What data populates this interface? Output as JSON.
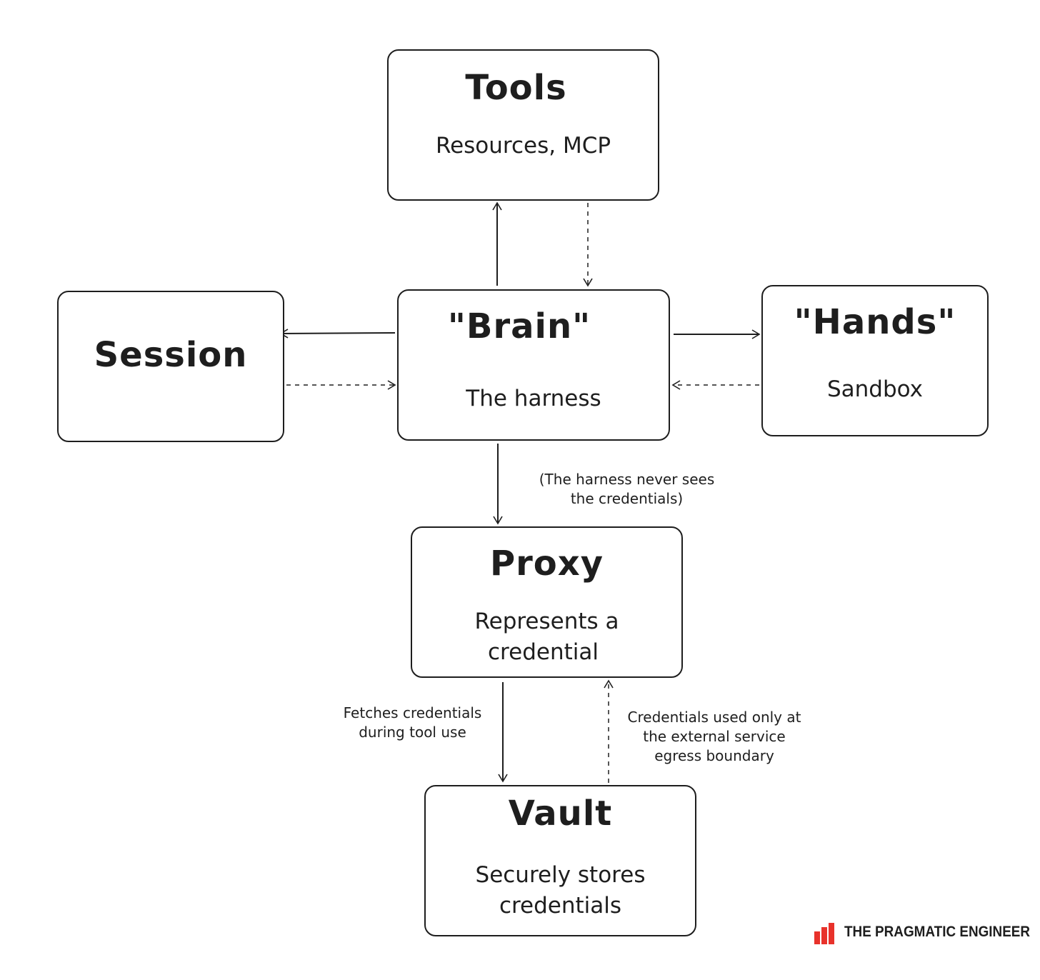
{
  "boxes": {
    "tools": {
      "title": "Tools",
      "subtitle": "Resources, MCP"
    },
    "session": {
      "title": "Session"
    },
    "brain": {
      "title": "\"Brain\"",
      "subtitle": "The harness"
    },
    "hands": {
      "title": "\"Hands\"",
      "subtitle": "Sandbox"
    },
    "proxy": {
      "title": "Proxy",
      "subtitle_line1": "Represents a",
      "subtitle_line2": "credential"
    },
    "vault": {
      "title": "Vault",
      "subtitle_line1": "Securely stores",
      "subtitle_line2": "credentials"
    }
  },
  "annotations": {
    "harness_note_1": "(The harness never sees",
    "harness_note_2": "the credentials)",
    "fetch_note_1": "Fetches credentials",
    "fetch_note_2": "during tool use",
    "egress_note_1": "Credentials used only at",
    "egress_note_2": "the external service",
    "egress_note_3": "egress boundary"
  },
  "branding": {
    "text": "THE PRAGMATIC ENGINEER",
    "accent_color": "#e8322b"
  }
}
